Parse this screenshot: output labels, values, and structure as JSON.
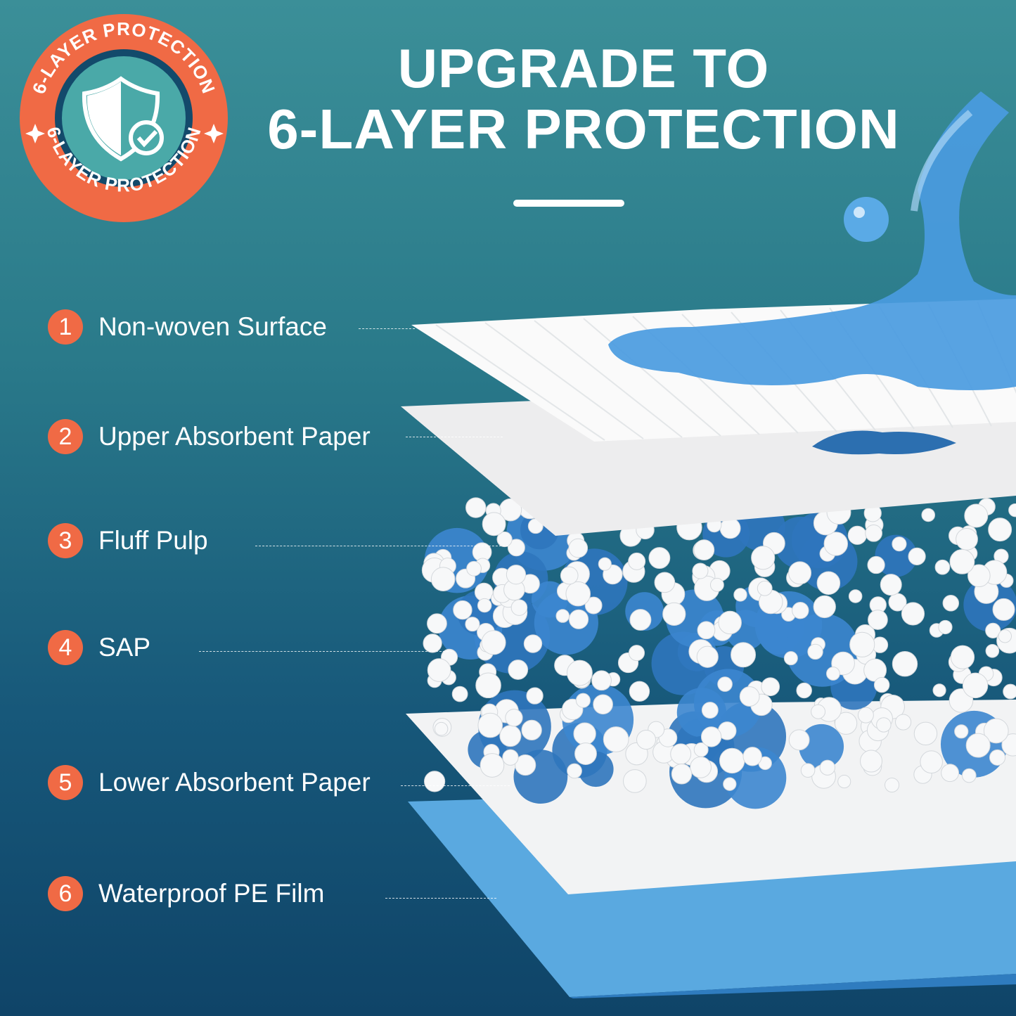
{
  "badge": {
    "ring_text_top": "6-LAYER PROTECTION",
    "ring_text_bottom": "6-LAYER PROTECTION",
    "icon": "shield-check-icon",
    "ring_color": "#f06a45"
  },
  "header": {
    "line1": "UPGRADE TO",
    "line2": "6-LAYER PROTECTION"
  },
  "layers": [
    {
      "number": "1",
      "label": "Non-woven Surface"
    },
    {
      "number": "2",
      "label": "Upper Absorbent Paper"
    },
    {
      "number": "3",
      "label": "Fluff Pulp"
    },
    {
      "number": "4",
      "label": "SAP"
    },
    {
      "number": "5",
      "label": "Lower Absorbent Paper"
    },
    {
      "number": "6",
      "label": "Waterproof PE Film"
    }
  ],
  "colors": {
    "accent": "#f06a45",
    "background_top": "#3b8f98",
    "background_bottom": "#0f4468",
    "water": "#4a9be0"
  }
}
